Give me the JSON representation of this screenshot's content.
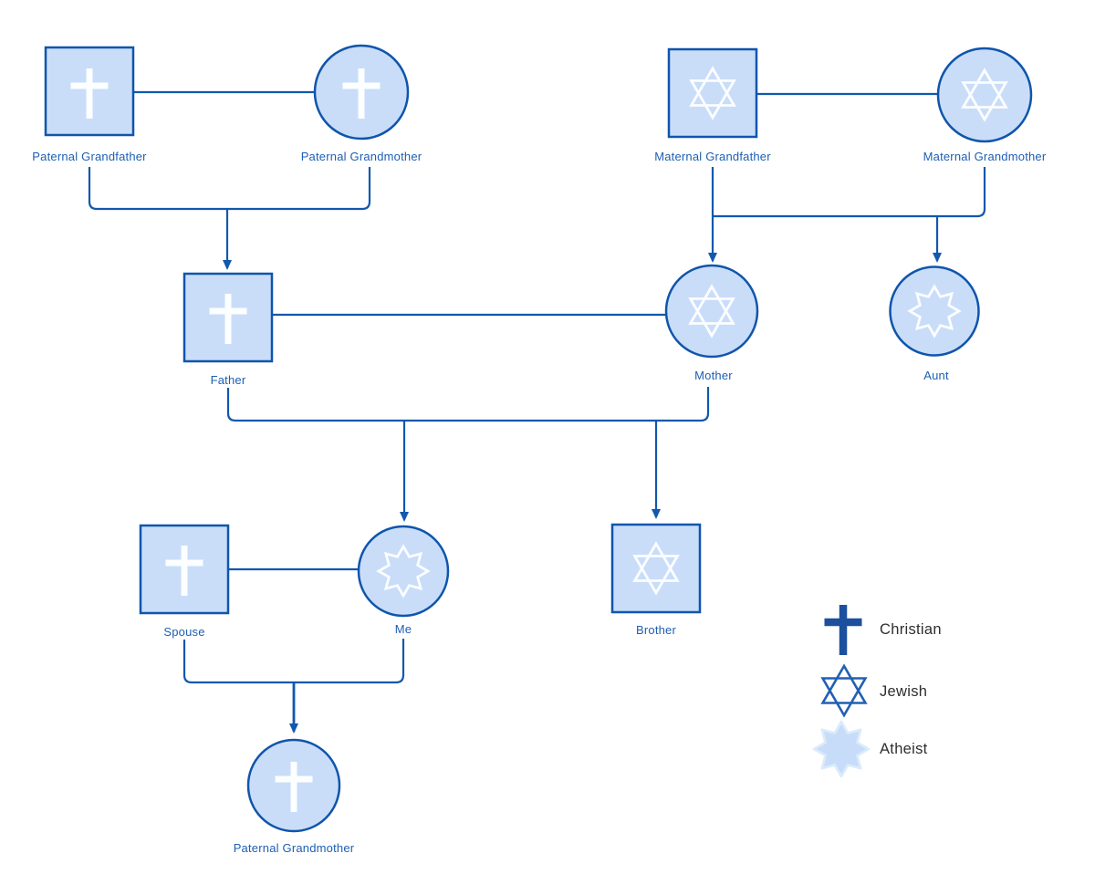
{
  "diagram_type": "family-genogram-religion",
  "people": [
    {
      "id": "paternal-grandfather",
      "label": "Paternal Grandfather",
      "shape": "square",
      "religion": "Christian"
    },
    {
      "id": "paternal-grandmother",
      "label": "Paternal Grandmother",
      "shape": "circle",
      "religion": "Christian"
    },
    {
      "id": "maternal-grandfather",
      "label": "Maternal Grandfather",
      "shape": "square",
      "religion": "Jewish"
    },
    {
      "id": "maternal-grandmother",
      "label": "Maternal Grandmother",
      "shape": "circle",
      "religion": "Jewish"
    },
    {
      "id": "father",
      "label": "Father",
      "shape": "square",
      "religion": "Christian"
    },
    {
      "id": "mother",
      "label": "Mother",
      "shape": "circle",
      "religion": "Jewish"
    },
    {
      "id": "aunt",
      "label": "Aunt",
      "shape": "circle",
      "religion": "Atheist"
    },
    {
      "id": "spouse",
      "label": "Spouse",
      "shape": "square",
      "religion": "Christian"
    },
    {
      "id": "me",
      "label": "Me",
      "shape": "circle",
      "religion": "Atheist"
    },
    {
      "id": "brother",
      "label": "Brother",
      "shape": "square",
      "religion": "Jewish"
    },
    {
      "id": "child",
      "label": "Paternal Grandmother",
      "shape": "circle",
      "religion": "Christian"
    }
  ],
  "unions": [
    {
      "partners": [
        "paternal-grandfather",
        "paternal-grandmother"
      ],
      "children": [
        "father"
      ]
    },
    {
      "partners": [
        "maternal-grandfather",
        "maternal-grandmother"
      ],
      "children": [
        "mother",
        "aunt"
      ]
    },
    {
      "partners": [
        "father",
        "mother"
      ],
      "children": [
        "me",
        "brother"
      ]
    },
    {
      "partners": [
        "spouse",
        "me"
      ],
      "children": [
        "child"
      ]
    }
  ],
  "legend": {
    "items": [
      {
        "symbol": "cross",
        "label": "Christian"
      },
      {
        "symbol": "star-of-david",
        "label": "Jewish"
      },
      {
        "symbol": "eight-point-star",
        "label": "Atheist"
      }
    ]
  },
  "colors": {
    "node_fill": "#c9ddf9",
    "node_stroke": "#0f55ac",
    "connector": "#1158ae",
    "node_label_text": "#1d5fb3",
    "legend_text": "#2e2e2e",
    "glyph_on_shape": "#ffffff",
    "legend_cross": "#1c509f",
    "legend_star_stroke": "#2160b4",
    "legend_atheist_fill": "#c7dcf8",
    "legend_atheist_stroke": "#dcebfb"
  }
}
